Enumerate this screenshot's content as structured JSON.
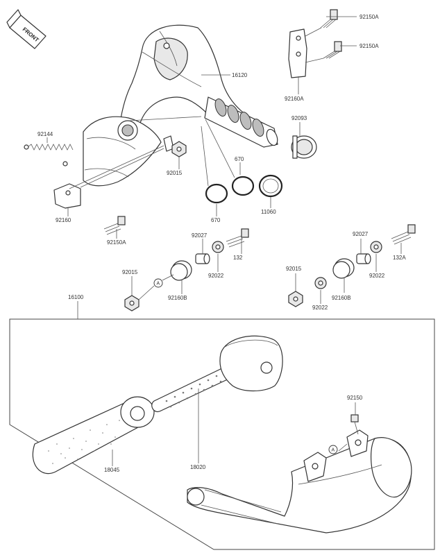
{
  "front_label": "FRONT",
  "callouts": {
    "c92150A_top": "92150A",
    "c92150A_mid": "92150A",
    "c16120": "16120",
    "c92160A": "92160A",
    "c92093": "92093",
    "c92144": "92144",
    "c92015_a": "92015",
    "c670_top": "670",
    "c670_bot": "670",
    "c11060": "11060",
    "c92160": "92160",
    "c92150A_left": "92150A",
    "c92027_a": "92027",
    "c132_a": "132",
    "c92022_a": "92022",
    "c92027_b": "92027",
    "c132A": "132A",
    "c92022_b": "92022",
    "c92015_b": "92015",
    "c92160B_a": "92160B",
    "c92015_c": "92015",
    "c92022_c": "92022",
    "c92160B_b": "92160B",
    "c16100": "16100",
    "c92150": "92150",
    "c18045": "18045",
    "c18020": "18020"
  },
  "ref_marks": {
    "a_left": "A",
    "a_right": "A"
  }
}
